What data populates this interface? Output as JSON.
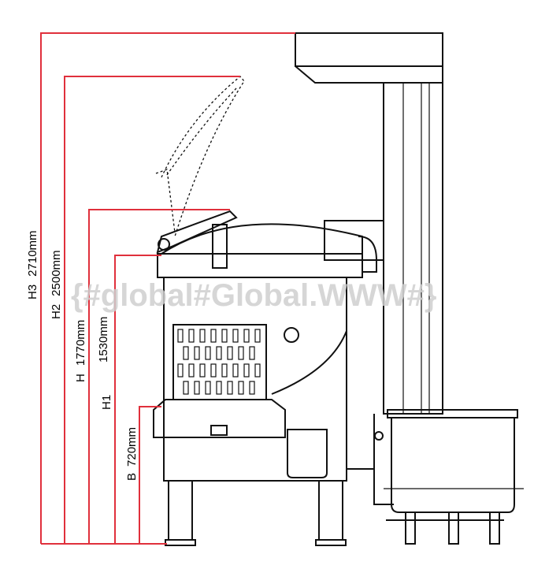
{
  "dimensions": [
    {
      "label": "H3",
      "value": "2710mm"
    },
    {
      "label": "H2",
      "value": "2500mm"
    },
    {
      "label": "H",
      "value": "1770mm"
    },
    {
      "label": "H1",
      "value": "1530mm"
    },
    {
      "label": "B",
      "value": "720mm"
    }
  ],
  "watermark": "{#global#Global.WWW#}",
  "colors": {
    "dimension_line": "#e0303c",
    "drawing": "#111111"
  }
}
